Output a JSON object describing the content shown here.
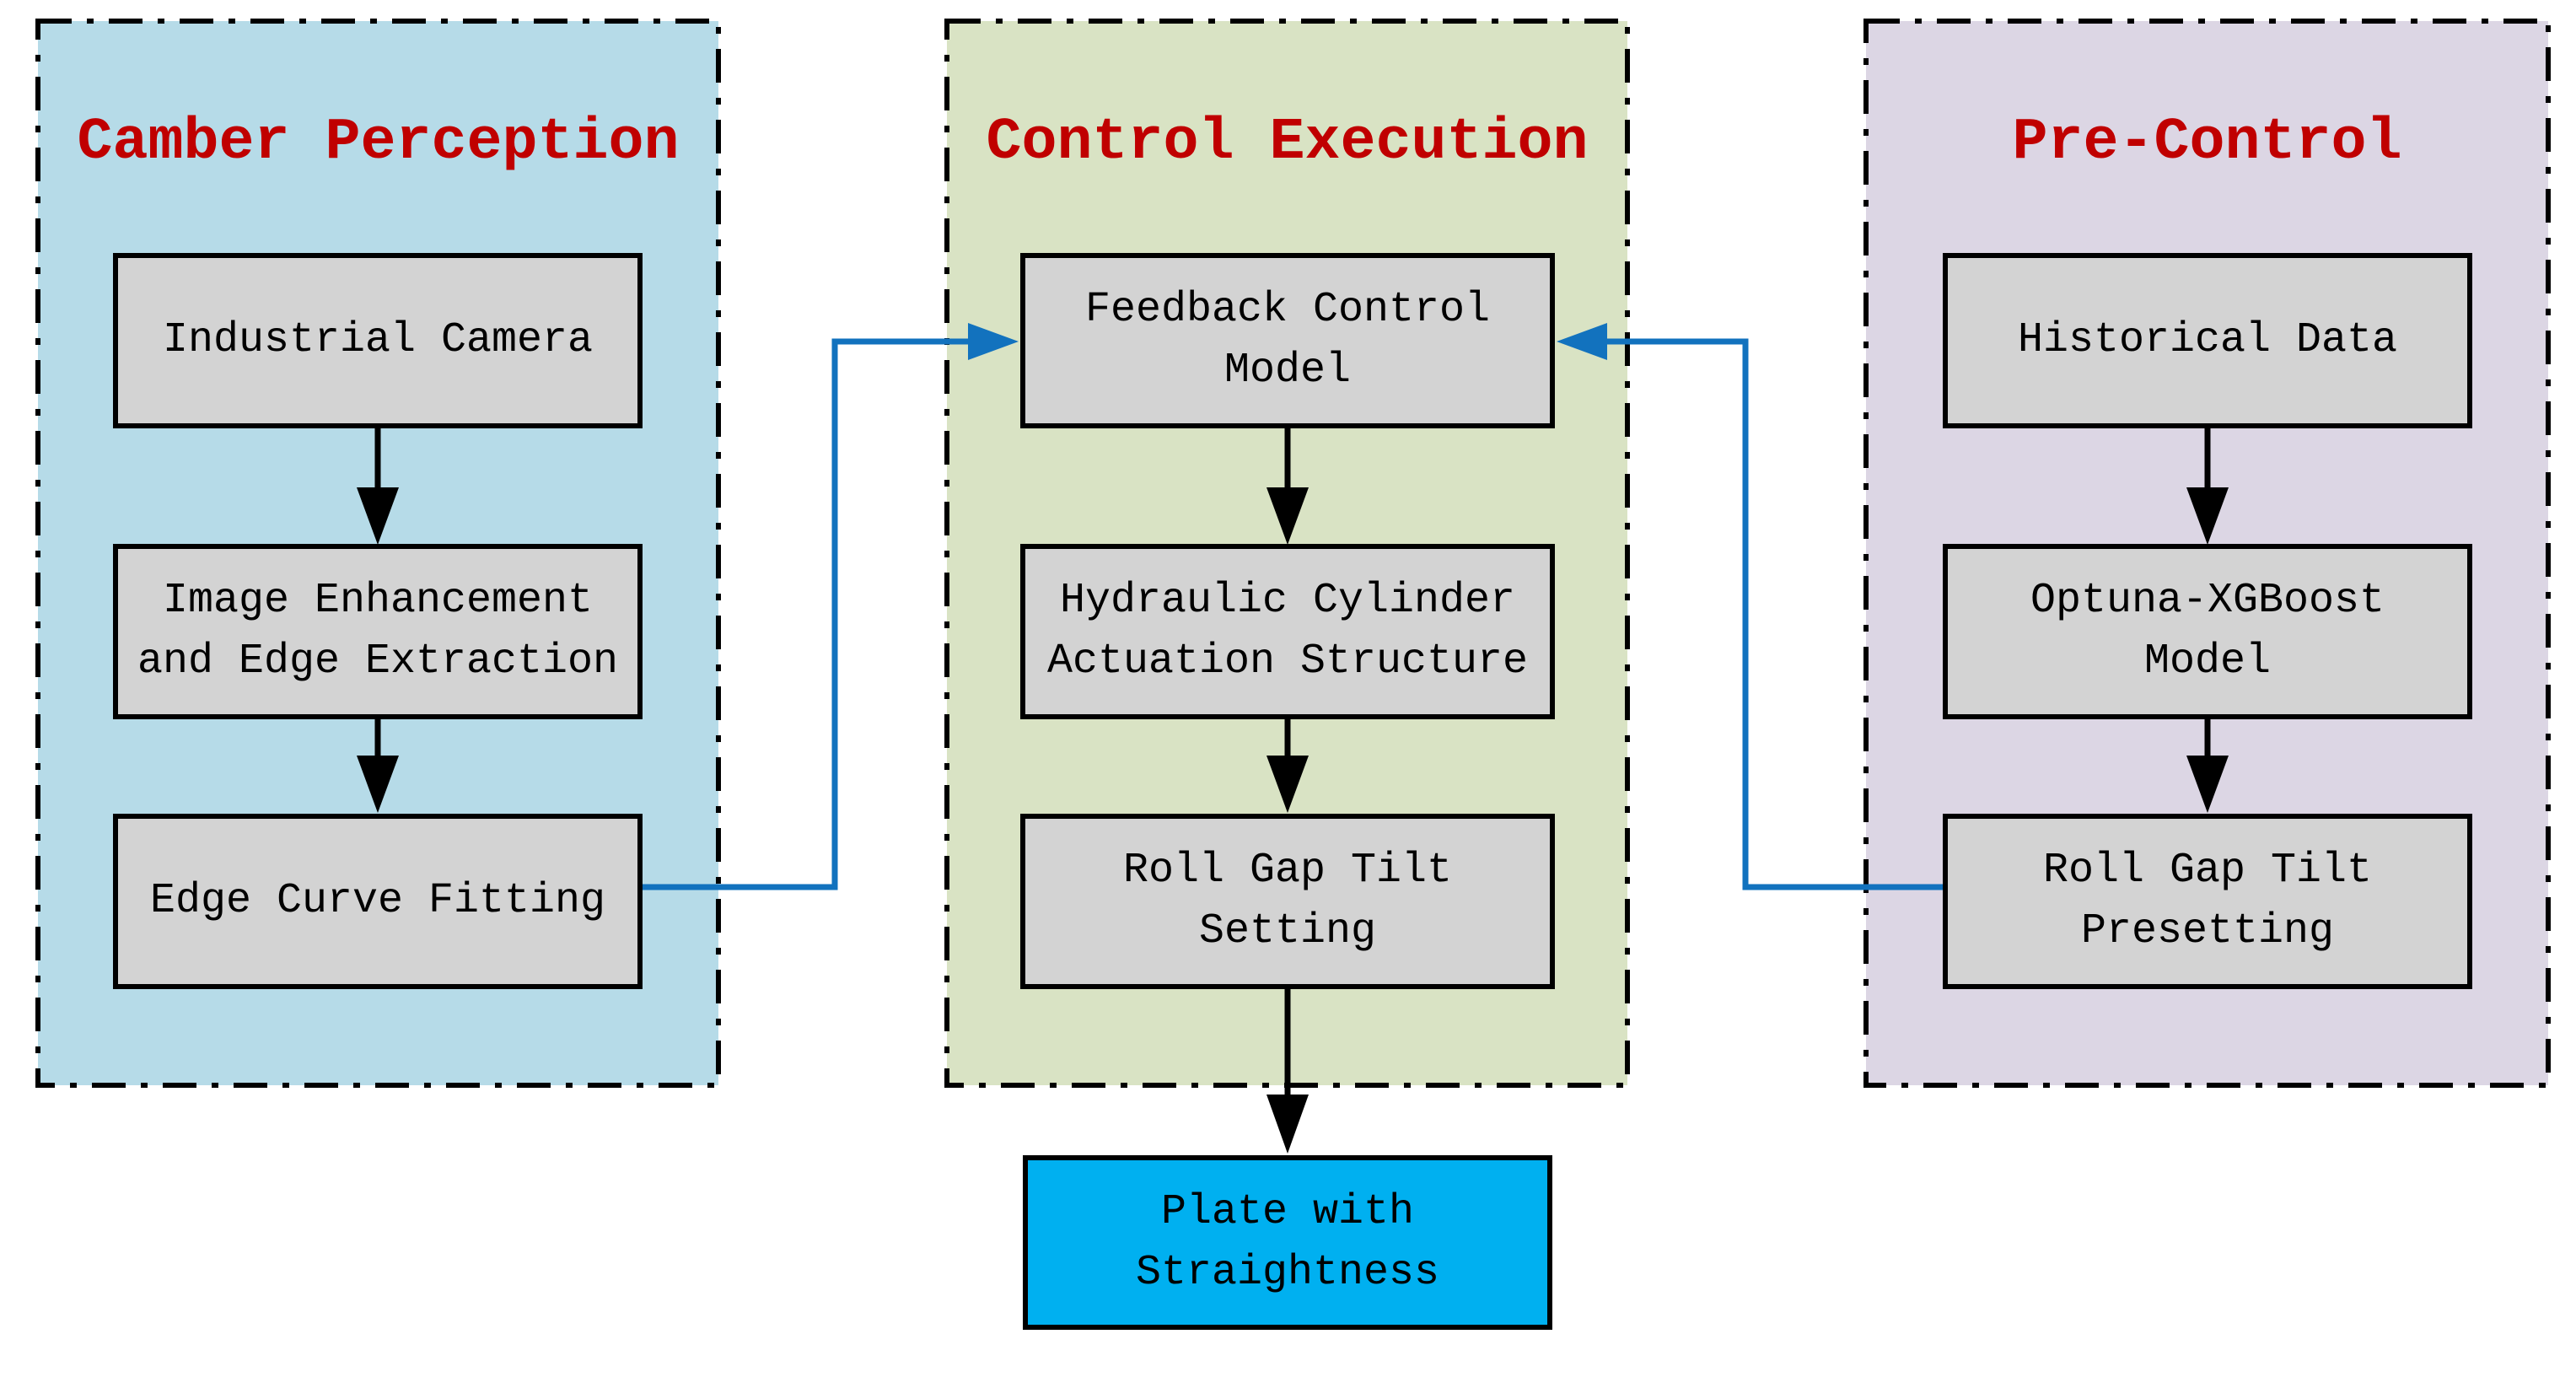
{
  "panels": [
    {
      "title": "Camber Perception",
      "boxes": [
        {
          "lines": [
            "Industrial Camera"
          ]
        },
        {
          "lines": [
            "Image Enhancement",
            "and Edge Extraction"
          ]
        },
        {
          "lines": [
            "Edge Curve Fitting"
          ]
        }
      ]
    },
    {
      "title": "Control Execution",
      "boxes": [
        {
          "lines": [
            "Feedback Control",
            "Model"
          ]
        },
        {
          "lines": [
            "Hydraulic Cylinder",
            "Actuation Structure"
          ]
        },
        {
          "lines": [
            "Roll Gap Tilt",
            "Setting"
          ]
        }
      ]
    },
    {
      "title": "Pre-Control",
      "boxes": [
        {
          "lines": [
            "Historical Data"
          ]
        },
        {
          "lines": [
            "Optuna-XGBoost",
            "Model"
          ]
        },
        {
          "lines": [
            "Roll Gap Tilt",
            "Presetting"
          ]
        }
      ]
    }
  ],
  "output_box": {
    "lines": [
      "Plate with",
      "Straightness"
    ]
  },
  "connectors": [
    {
      "from": "edge-curve-fitting",
      "to": "feedback-control-model",
      "color": "blue"
    },
    {
      "from": "roll-gap-tilt-presetting",
      "to": "feedback-control-model",
      "color": "blue"
    },
    {
      "from": "roll-gap-tilt-setting",
      "to": "plate-with-straightness",
      "color": "black"
    }
  ],
  "colors": {
    "camber_bg": "#B6DBE8",
    "execution_bg": "#D9E3C4",
    "precontrol_bg": "#DCD6E4",
    "box_bg": "#D3D3D3",
    "plate_bg": "#00B0F0",
    "title_red": "#C00000",
    "connector_blue": "#1272BE",
    "arrow_black": "#000000"
  }
}
